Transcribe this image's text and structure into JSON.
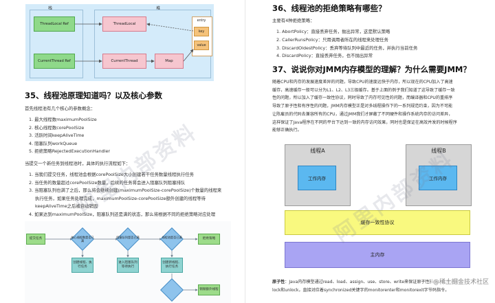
{
  "left": {
    "diagram": {
      "stack_label": "栈",
      "heap_label": "堆",
      "threadlocal_ref": "ThreadLocal Ref",
      "currentthread_ref": "CurrentThread Ref",
      "threadlocal": "ThreadLocal",
      "currentthread": "CurrentThread",
      "map": "Map",
      "entry": "entry",
      "key": "key",
      "value": "value"
    },
    "section35": {
      "title": "35、线程池原理知道吗？以及核心参数",
      "intro": "首先线程池有几个核心的参数概念：",
      "params": [
        "1. 最大线程数maximumPoolSize",
        "2. 核心线程数corePoolSize",
        "3. 活跃时间keepAliveTime",
        "4. 阻塞队列workQueue",
        "5. 拒绝策略RejectedExecutionHandler"
      ],
      "flow_intro": "当提交一个新任务到线程池时，具体的执行流程如下：",
      "steps": [
        [
          "1. 当我们提交任务，线程池会根据corePoolSize大小创建若干任务数量线程执行任务"
        ],
        [
          "2. 当任务的数量超过corePoolSize数量，后续的任务将会进入阻塞队列阻塞排队"
        ],
        [
          "3. 当阻塞队列也满了之后，那么将会继续创建(maximumPoolSize-corePoolSize)个数量的线程来",
          "执行任务，如果任务处理完成，maximumPoolSize-corePoolSize额外创建的线程等待",
          "keepAliveTime之后被自动销毁"
        ],
        [
          "4. 如果达到maximumPoolSize，阻塞队列还是满的状态，那么将根据不同的拒绝策略对应处理"
        ]
      ]
    },
    "flow": {
      "submit": "提交任务",
      "d1": "核心线程数是否已满",
      "d2": "阻塞队列是否已满",
      "d3": "线程池是否已满",
      "reject": "拒绝策略",
      "create_core": "创建线程、执行任务",
      "enqueue": "进入阻塞队列等待执行",
      "create_extra": "创建新线程、执行任务",
      "destroy": "销毁额外线程"
    },
    "watermark": "阿里内部资料"
  },
  "right": {
    "section36": {
      "title": "36、线程池的拒绝策略有哪些？",
      "intro": "主要有4种拒绝策略：",
      "items": [
        "1. AbortPolicy：直接丢弃任务，抛出异常，这是默认策略",
        "2. CallerRunsPolicy：只用调用者所在的线程来处理任务",
        "3. DiscardOldestPolicy：丢弃等待队列中最近的任务，并执行当前任务",
        "4. DiscardPolicy：直接丢弃任务，也不抛出异常"
      ]
    },
    "section37": {
      "title": "37、说说你对JMM内存模型的理解？为什么需要JMM？",
      "paragraph": [
        "随着CPU和内存的发展速度差异的问题，导致CPU的速度远快于内存，所以现在的CPU加入了高速",
        "缓存，高速缓存一般可以分为L1、L2、L3三级缓存。基于上面的例子我们知道了这导致了缓存一致",
        "性的问题，所以加入了缓存一致性协议，同时导致了内存可见性的问题，而编译器和CPU的重排序",
        "导致了原子性和有序性的问题，JMM内存模型正是对多线程操作下的一系列规范约束，因为不可能",
        "让陈雇员的代码去兼容所有的CPU，通过JMM我们才屏蔽了不同硬件和操作系统内存的访问差异，",
        "这样保证了Java程序在不同的平台下达到一致的内存访问效果，同时也是保证在高效并发的时候程序",
        "能够正确执行。"
      ]
    },
    "jmm": {
      "thread_a": "线程A",
      "thread_b": "线程B",
      "working_memory_a": "工作内存",
      "working_memory_b": "工作内存",
      "coherence": "缓存一致性协议",
      "main_memory": "主内存"
    },
    "atomicity": {
      "label": "原子性",
      "line1": "：Java内存模型通过read、load、assign、use、store、write来保证原子性操作，此外还有",
      "line2": "lock和unlock，直接对应着synchronized关键字的monitorenter和monitorexit字节码指令。"
    },
    "watermark": "阿里内部资料",
    "credit": "@稀土掘金技术社区"
  },
  "colors": {
    "diagram_bg": "#d4ebfa",
    "green": "#8fd98a",
    "pink": "#f6c6cf",
    "orange": "#f5c27a",
    "thread_gray": "#d6d6d6",
    "working_blue": "#5bb8f0",
    "coherence_yellow": "#f9f97f",
    "main_purple": "#a9a4f3"
  }
}
